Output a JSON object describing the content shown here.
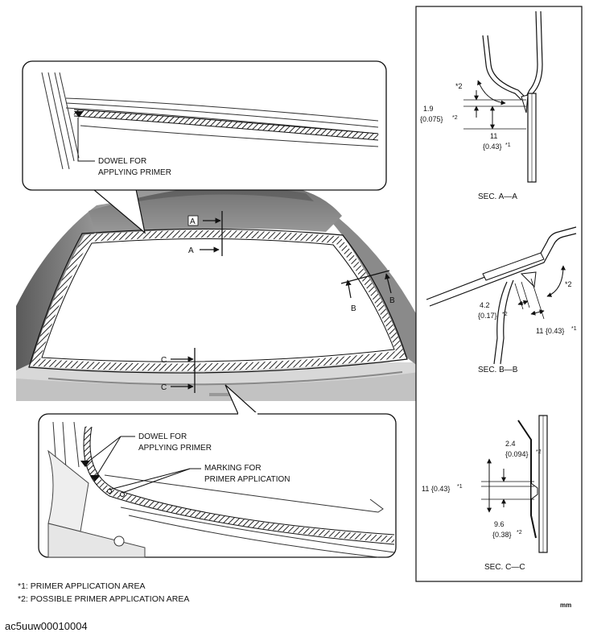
{
  "callout_top": {
    "dowel_label_1": "DOWEL FOR",
    "dowel_label_2": "APPLYING PRIMER"
  },
  "callout_bottom": {
    "dowel_label_1": "DOWEL FOR",
    "dowel_label_2": "APPLYING PRIMER",
    "marking_label_1": "MARKING FOR",
    "marking_label_2": "PRIMER APPLICATION"
  },
  "section_marks": {
    "a_top": "A",
    "a_bottom": "A",
    "b_left": "B",
    "b_right": "B",
    "c_top": "C",
    "c_bottom": "C"
  },
  "sec_a": {
    "angle": "*2",
    "dim1_value": "1.9",
    "dim1_inch": "{0.075}",
    "dim1_note": "*2",
    "dim2_value": "11",
    "dim2_inch": "{0.43}",
    "dim2_note": "*1",
    "title": "SEC. A—A"
  },
  "sec_b": {
    "angle": "*2",
    "dim1_value": "4.2",
    "dim1_inch": "{0.17}",
    "dim1_note": "*2",
    "dim2_text": "11 {0.43}",
    "dim2_note": "*1",
    "title": "SEC. B—B"
  },
  "sec_c": {
    "dim1_value": "2.4",
    "dim1_inch": "{0.094}",
    "dim1_note": "*2",
    "dim2_text": "11 {0.43}",
    "dim2_note": "*1",
    "dim3_value": "9.6",
    "dim3_inch": "{0.38}",
    "dim3_note": "*2",
    "title": "SEC. C—C"
  },
  "footnotes": [
    "*1: PRIMER APPLICATION AREA",
    "*2: POSSIBLE PRIMER APPLICATION AREA"
  ],
  "unit": "mm",
  "document_id": "ac5uuw00010004"
}
